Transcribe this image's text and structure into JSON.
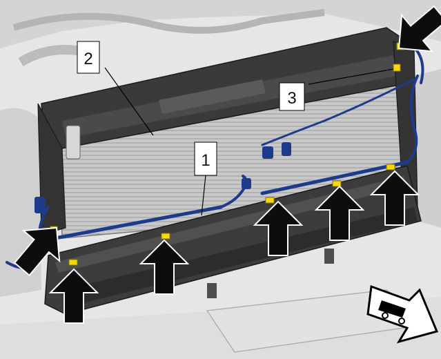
{
  "figure": {
    "callouts": [
      {
        "id": "c1",
        "label": "1"
      },
      {
        "id": "c2",
        "label": "2"
      },
      {
        "id": "c3",
        "label": "3"
      }
    ],
    "arrow_count": 8,
    "direction_icon": "vehicle-front-direction-icon",
    "colors": {
      "harness": "#1e3a8a",
      "clips": "#f5d90a",
      "arrows": "#0d0d0d",
      "engine_bay": "#d9d9d9",
      "shroud": "#2f2f2f",
      "radiator": "#bdbdbd"
    }
  }
}
